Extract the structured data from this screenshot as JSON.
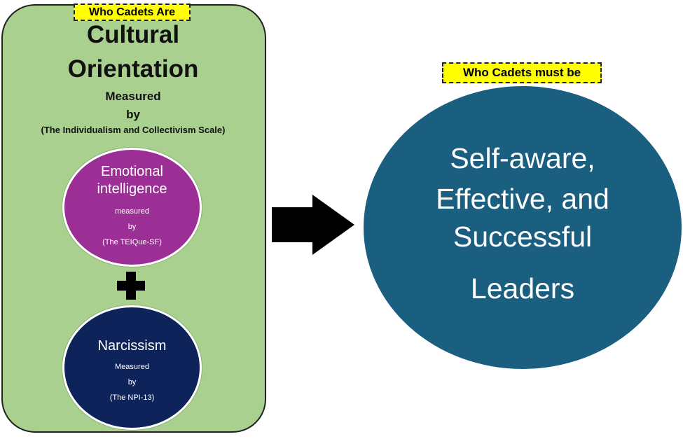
{
  "left_panel": {
    "tag": "Who Cadets Are",
    "title_line1": "Cultural",
    "title_line2": "Orientation",
    "measured": "Measured",
    "by": "by",
    "scale": "(The Individualism and Collectivism Scale)"
  },
  "emotional_intelligence": {
    "title_line1": "Emotional",
    "title_line2": "intelligence",
    "measured": "measured",
    "by": "by",
    "scale": "(The TEIQue-SF)"
  },
  "narcissism": {
    "title": "Narcissism",
    "measured": "Measured",
    "by": "by",
    "scale": "(The NPI-13)"
  },
  "right_panel": {
    "tag": "Who Cadets must be",
    "line1": "Self-aware,",
    "line2": "Effective, and",
    "line3": "Successful",
    "line4": "Leaders"
  },
  "colors": {
    "panel_green": "#a9d08e",
    "tag_yellow": "#ffff00",
    "ei_purple": "#9b2f95",
    "narcissism_navy": "#0d235a",
    "leaders_teal": "#1a5e80"
  },
  "icons": [
    "plus-icon",
    "right-arrow-icon"
  ]
}
